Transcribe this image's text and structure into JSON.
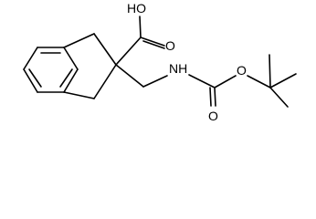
{
  "molecule": {
    "atoms": {
      "carboxyl_oh": "HO",
      "carboxyl_o": "O",
      "amine_nh": "NH",
      "carbamate_ester_o": "O",
      "carbamate_carbonyl_o": "O"
    },
    "colors": {
      "bond": "#000000",
      "label": "#000000",
      "background": "#ffffff"
    }
  }
}
